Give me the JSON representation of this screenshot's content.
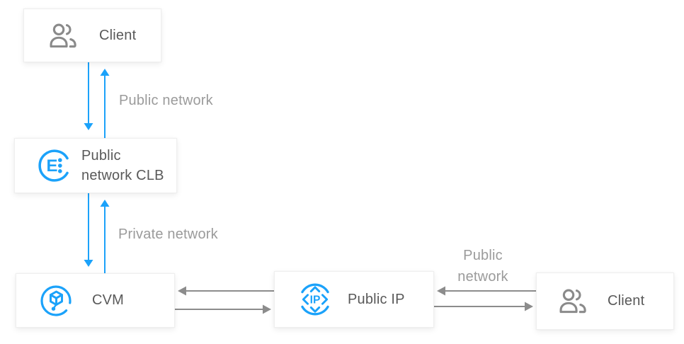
{
  "colors": {
    "accent_blue": "#1ba2fa",
    "arrow_gray": "#8c8c8c",
    "icon_gray": "#8a8a8a",
    "node_text": "#595959",
    "edge_label_text": "#9b9b9b"
  },
  "nodes": {
    "client_top": {
      "label": "Client",
      "icon": "users-icon"
    },
    "clb": {
      "label": "Public network CLB",
      "icon": "clb-icon"
    },
    "cvm": {
      "label": "CVM",
      "icon": "cvm-icon"
    },
    "public_ip": {
      "label": "Public IP",
      "icon": "public-ip-icon"
    },
    "client_right": {
      "label": "Client",
      "icon": "users-icon"
    }
  },
  "edge_labels": {
    "client_clb": "Public network",
    "clb_cvm": "Private network",
    "ip_client": "Public network"
  },
  "edges": {
    "client_clb": {
      "direction": "bidirectional",
      "color": "#1ba2fa"
    },
    "clb_cvm": {
      "direction": "bidirectional",
      "color": "#1ba2fa"
    },
    "cvm_ip": {
      "direction": "bidirectional",
      "color": "#8c8c8c"
    },
    "ip_client": {
      "direction": "bidirectional",
      "color": "#8c8c8c"
    }
  },
  "icon_text": {
    "clb": "E",
    "ip": "IP"
  }
}
